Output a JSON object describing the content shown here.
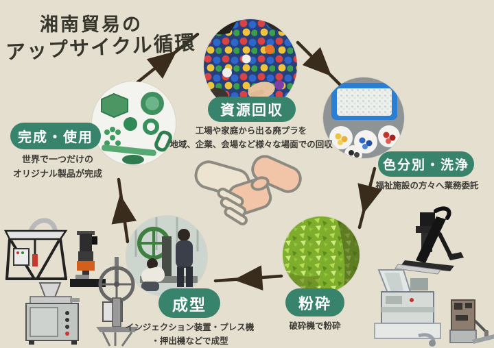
{
  "page": {
    "background": "#e5dfd0",
    "accent_green": "#37836c",
    "text_color": "#3b3a33",
    "arrow_color": "#3a2c1d"
  },
  "title": {
    "line1": "湘南貿易の",
    "line2": "アップサイクル循環"
  },
  "center": {
    "icon": "handshake-icon"
  },
  "stages": [
    {
      "id": "resource-collection",
      "label": "資源回収",
      "caption": [
        "工場や家庭から出る廃プラを",
        "地域、企業、会場など様々な場面での回収"
      ],
      "photo": "bottle-caps-sorting-photo"
    },
    {
      "id": "color-sorting-washing",
      "label": "色分別・洗浄",
      "caption": [
        "福祉施設の方々へ業務委託"
      ],
      "photo": "sorted-caps-and-pellets-photo"
    },
    {
      "id": "crushing",
      "label": "粉砕",
      "caption": [
        "破砕機で粉砕"
      ],
      "photo": "crushed-green-plastic-photo"
    },
    {
      "id": "molding",
      "label": "成型",
      "caption": [
        "インジェクション装置・プレス機",
        "・押出機などで成型"
      ],
      "photo": "molding-machine-operators-photo"
    },
    {
      "id": "finished-use",
      "label": "完成・使用",
      "caption": [
        "世界で一つだけの",
        "オリジナル製品が完成"
      ],
      "photo": "green-plastic-products-photo"
    }
  ],
  "machines": {
    "left": [
      "injection-frame-table",
      "bench-press",
      "extruder",
      "handwheel-press"
    ],
    "right": [
      "lever-press",
      "granulator",
      "hand-crank-press"
    ]
  }
}
